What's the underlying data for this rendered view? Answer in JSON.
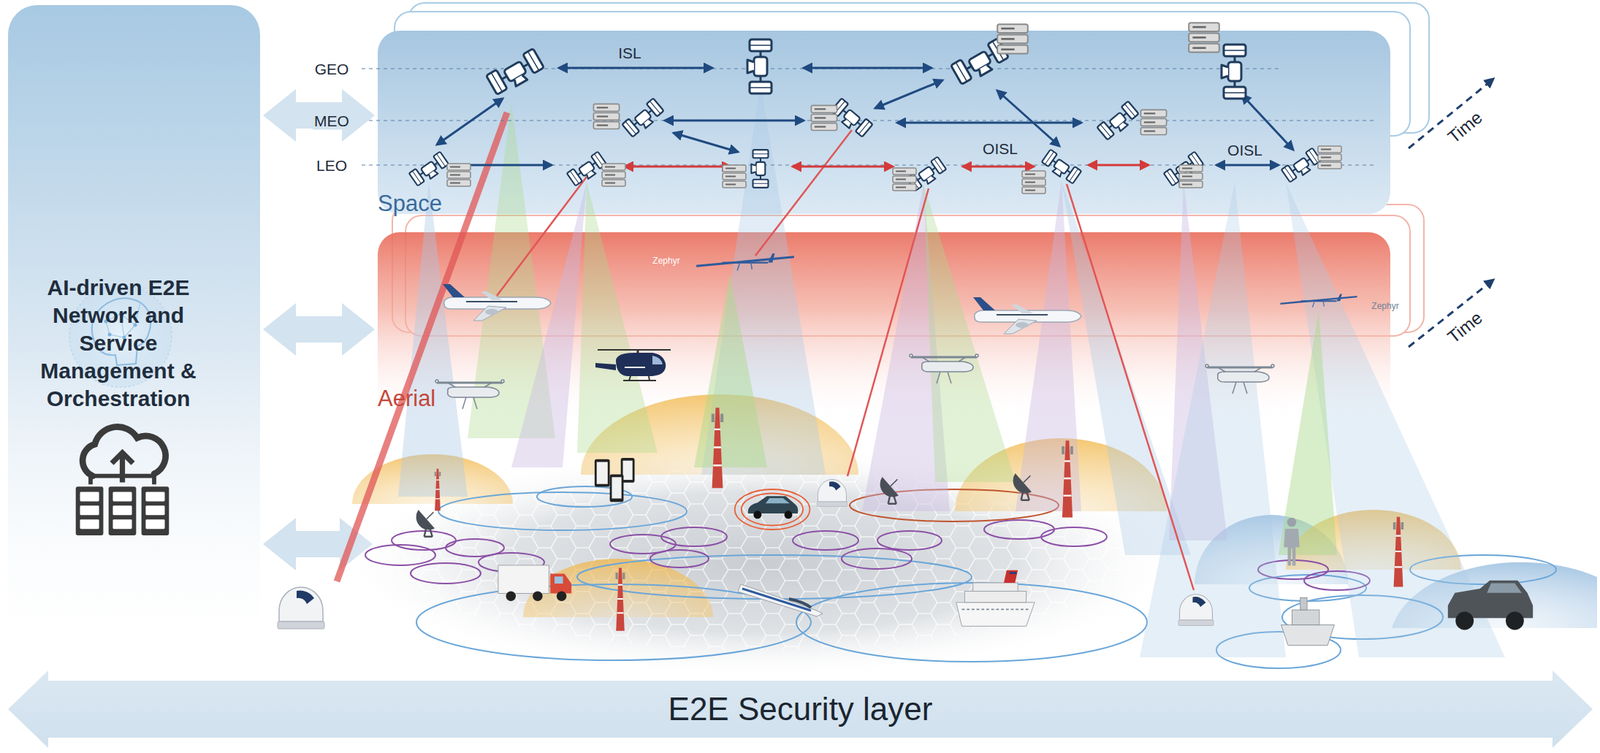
{
  "diagram": {
    "nodes": [
      {
        "text": [
          "AI-driven E2E Network and Service Management & Orchestration"
        ]
      },
      {
        "text": [
          "Space"
        ]
      },
      {
        "text": [
          "Aerial"
        ]
      },
      {
        "text": [
          "E2E Security layer"
        ]
      }
    ],
    "edges": [
      {
        "from": 0,
        "to": 1,
        "arrow": "both"
      },
      {
        "from": 0,
        "to": 2,
        "arrow": "both"
      }
    ],
    "labels": [
      "GEO",
      "MEO",
      "LEO",
      "ISL",
      "OISL",
      "OISL",
      "Zephyr",
      "Zephyr",
      "Time",
      "Time"
    ]
  }
}
